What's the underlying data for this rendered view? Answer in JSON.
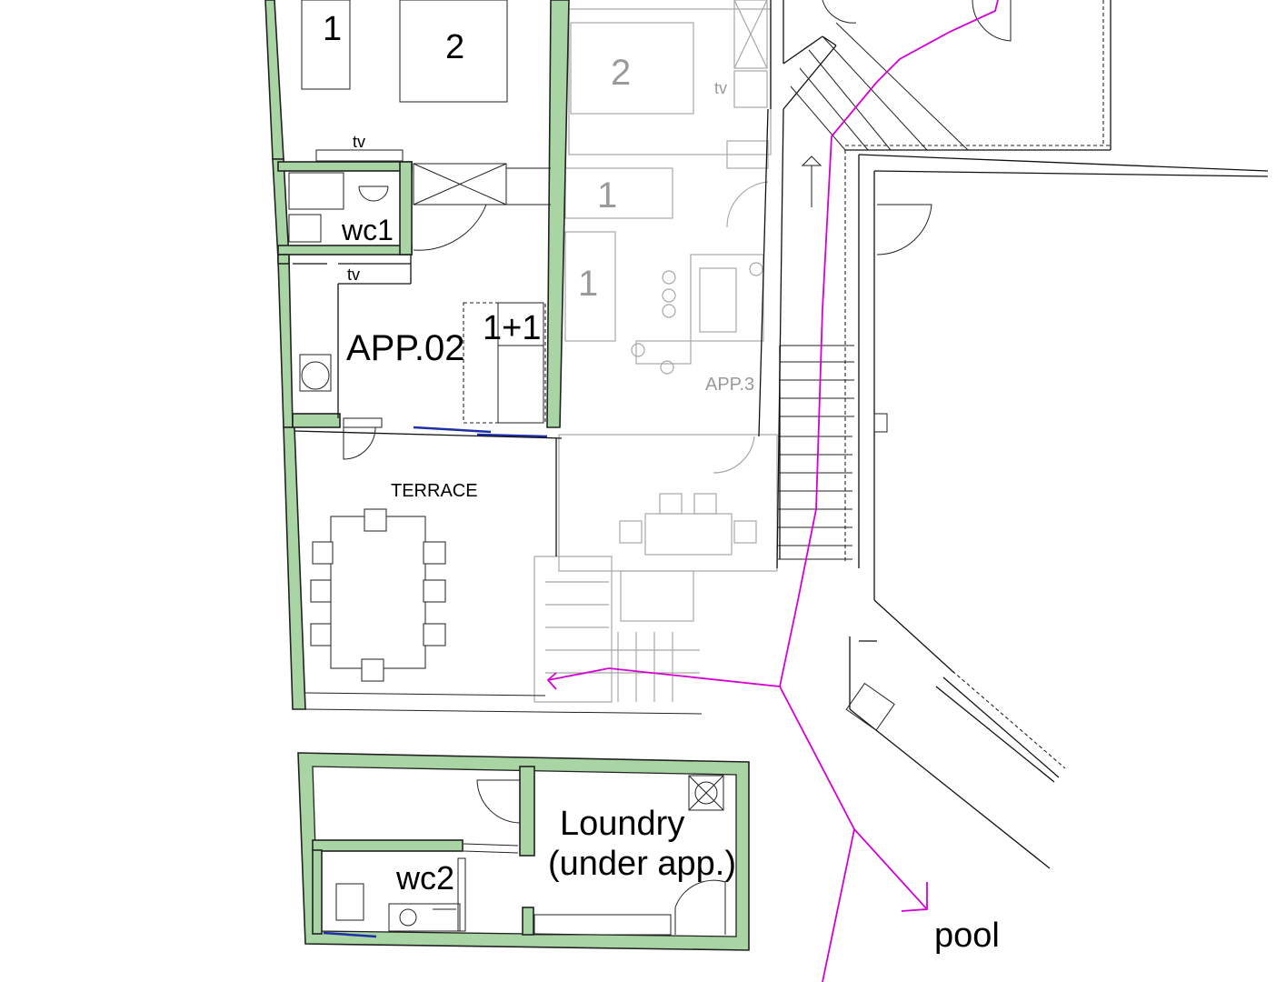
{
  "labels": {
    "room_app02": "APP.02",
    "room_app3": "APP.3",
    "terrace": "TERRACE",
    "wc1": "wc1",
    "wc2": "wc2",
    "laundry_line1": "Loundry",
    "laundry_line2": "(under app.)",
    "pool": "pool",
    "tv_top": "tv",
    "tv_app02": "tv",
    "tv_app3": "tv",
    "bed_1_top": "1",
    "bed_2_top": "2",
    "bed_1plus1": "1+1",
    "app3_bed_2": "2",
    "app3_bed_1a": "1",
    "app3_bed_1b": "1"
  },
  "colors": {
    "wall_fill": "#a9d4a3",
    "path_line": "#d400d4",
    "window_line": "#1f2fa8",
    "ghost_text": "#9a9a9a"
  }
}
